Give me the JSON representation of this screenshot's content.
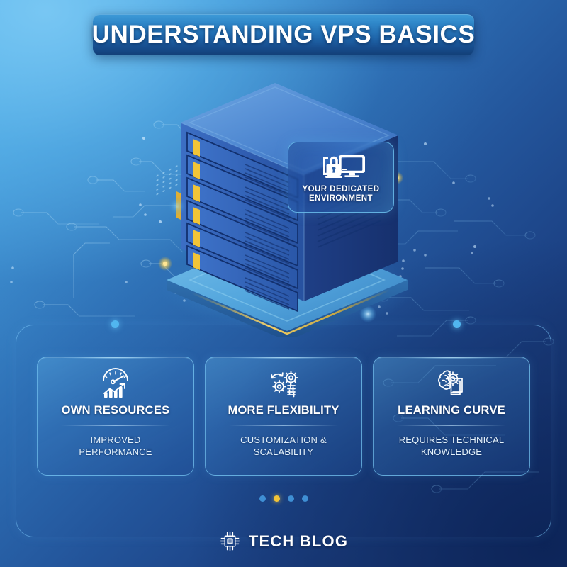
{
  "header": {
    "title": "UNDERSTANDING VPS BASICS"
  },
  "hero": {
    "illustration_name": "isometric-server-rack",
    "badge": {
      "icon": "lock-monitor-icon",
      "line1": "YOUR DEDICATED",
      "line2": "ENVIRONMENT"
    }
  },
  "cards": [
    {
      "icon": "gauge-growth-chart-icon",
      "title": "OWN RESOURCES",
      "sub_line1": "IMPROVED",
      "sub_line2": "PERFORMANCE"
    },
    {
      "icon": "gears-settings-icon",
      "title": "MORE FLEXIBILITY",
      "sub_line1": "CUSTOMIZATION &",
      "sub_line2": "SCALABILITY"
    },
    {
      "icon": "brain-gear-book-icon",
      "title": "LEARNING CURVE",
      "sub_line1": "REQUIRES TECHNICAL",
      "sub_line2": "KNOWLEDGE"
    }
  ],
  "pagination": {
    "count": 4,
    "active_index": 1
  },
  "footer": {
    "logo_icon": "cpu-chip-icon",
    "brand": "TECH BLOG"
  },
  "colors": {
    "bg_light": "#57b4ea",
    "bg_dark": "#152a5e",
    "accent_cyan": "#7dd0f8",
    "accent_yellow": "#f2c437",
    "title_bar_top": "#3e9bd8",
    "title_bar_bottom": "#123f77",
    "dot_inactive": "#3f8fd4",
    "text_primary": "#ffffff",
    "text_secondary": "#e3f1fb"
  }
}
